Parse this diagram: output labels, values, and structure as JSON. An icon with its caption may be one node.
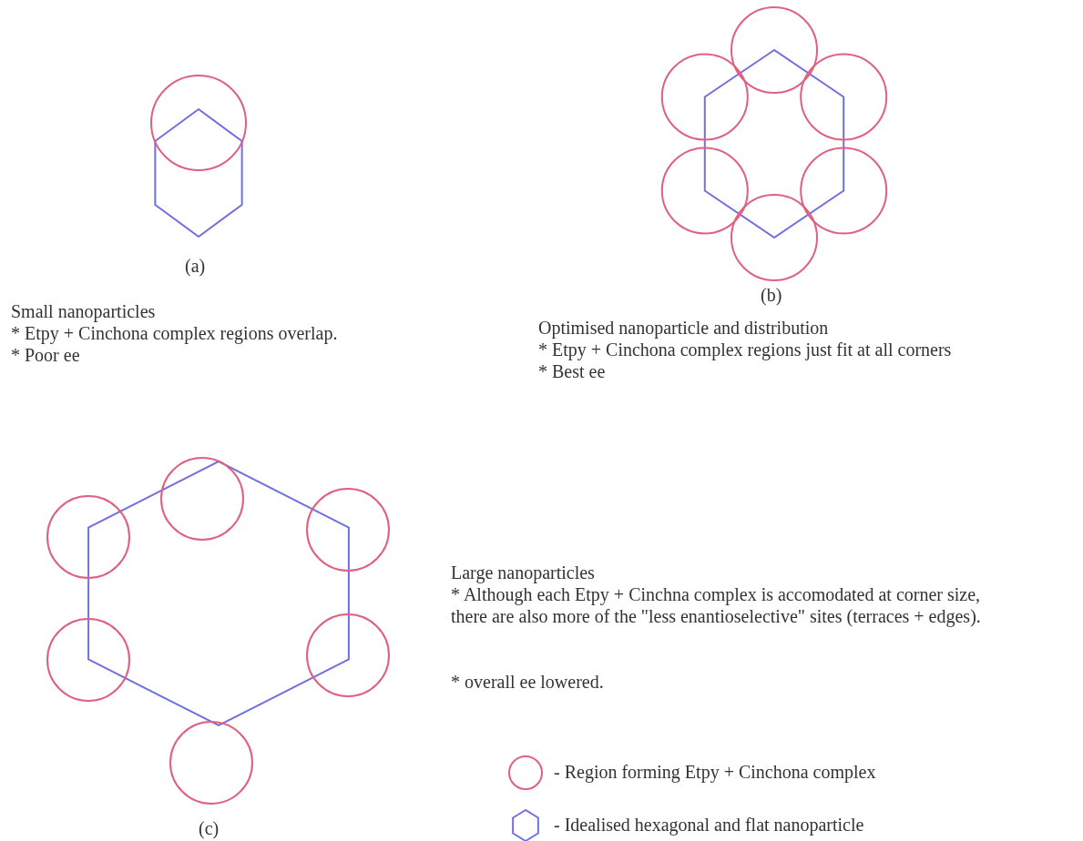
{
  "diagram": {
    "labels": [
      "(a)",
      "Small nanoparticles",
      "* Etpy + Cinchona complex regions overlap.",
      "* Poor ee",
      "(b)",
      "Optimised nanoparticle and distribution",
      "* Etpy + Cinchona complex regions just fit at all corners",
      "* Best ee",
      "Large nanoparticles",
      "* Although each Etpy + Cinchna complex is accomodated at corner size, there are also more of the \"less enantioselective\" sites (terraces + edges).",
      "* overall ee lowered.",
      "(c)"
    ],
    "legend": [
      {
        "text": "- Region forming Etpy + Cinchona complex"
      },
      {
        "text": "- Idealised hexagonal and flat nanoparticle"
      }
    ]
  }
}
